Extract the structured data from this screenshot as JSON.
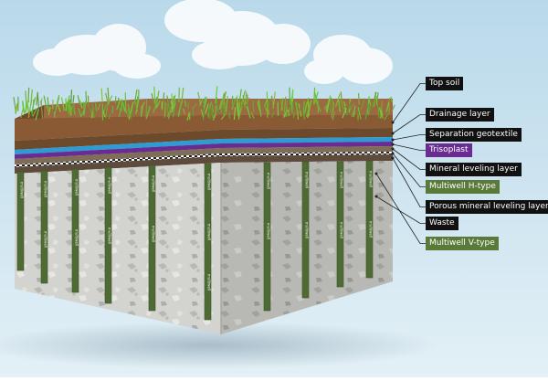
{
  "pipe_text": "multiwell",
  "layers": [
    {
      "id": "top-soil",
      "label": "Top soil",
      "style": "dark"
    },
    {
      "id": "drainage-layer",
      "label": "Drainage layer",
      "style": "dark"
    },
    {
      "id": "separation-geotextile",
      "label": "Separation geotextile",
      "style": "dark"
    },
    {
      "id": "trisoplast",
      "label": "Trisoplast",
      "style": "purple"
    },
    {
      "id": "mineral-leveling-layer",
      "label": "Mineral leveling layer",
      "style": "dark"
    },
    {
      "id": "multiwell-h-type",
      "label": "Multiwell H-type",
      "style": "green"
    },
    {
      "id": "porous-mineral-leveling-layer",
      "label": "Porous mineral leveling layer",
      "style": "dark"
    },
    {
      "id": "waste",
      "label": "Waste",
      "style": "dark"
    },
    {
      "id": "multiwell-v-type",
      "label": "Multiwell V-type",
      "style": "green"
    }
  ],
  "colors": {
    "sky": "#d6e9f3",
    "grass": "#8dbb3c",
    "topsoil": "#8a5a35",
    "drainage": "#6e4a2c",
    "geotextile": "#2f9bd3",
    "trisoplast": "#6a2c91",
    "mineral": "#7f6d58",
    "porous": "#5e4b3b",
    "waste": "#c9c9c5",
    "pipe": "#4d6b33",
    "label_bg": "#111111"
  }
}
